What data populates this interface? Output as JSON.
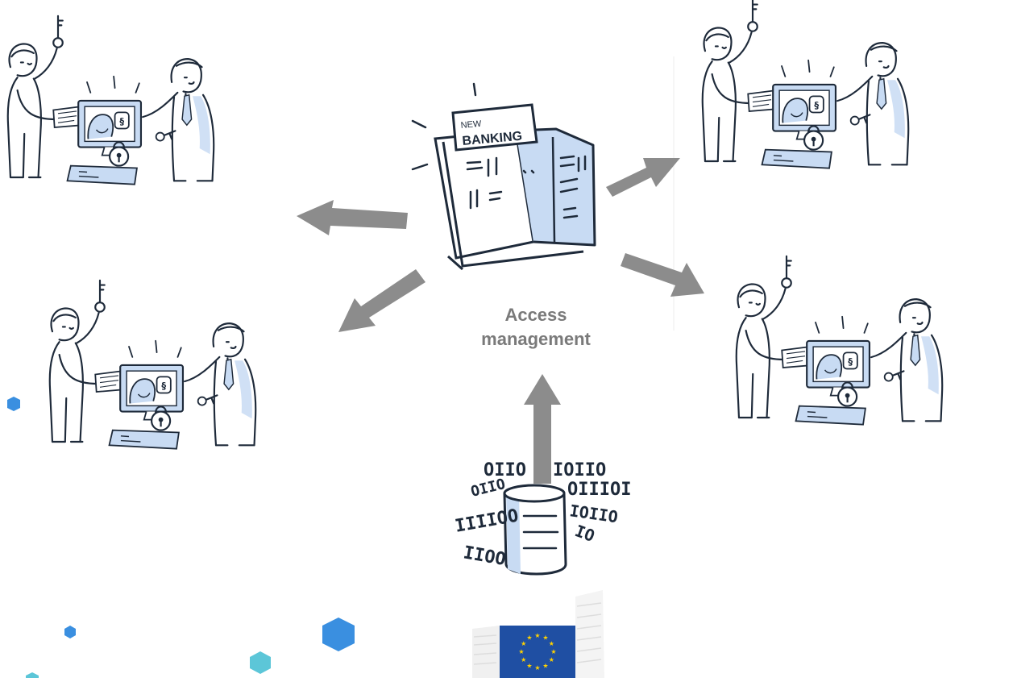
{
  "diagram": {
    "center_label_line1": "Access",
    "center_label_line2": "management",
    "document_label_line1": "NEW",
    "document_label_line2": "BANKING",
    "colors": {
      "arrow": "#8c8c8c",
      "ink": "#1e2a3a",
      "blue_fill": "#c8dbf3",
      "hex_blue": "#3a8fe0",
      "hex_teal": "#5cc6d8",
      "eu_blue": "#1f4fa3",
      "eu_star": "#ffd200"
    },
    "icons": [
      "key-handover-scene-icon",
      "newspaper-icon",
      "database-icon",
      "eu-flag-icon",
      "padlock-icon",
      "section-sign-icon"
    ]
  }
}
